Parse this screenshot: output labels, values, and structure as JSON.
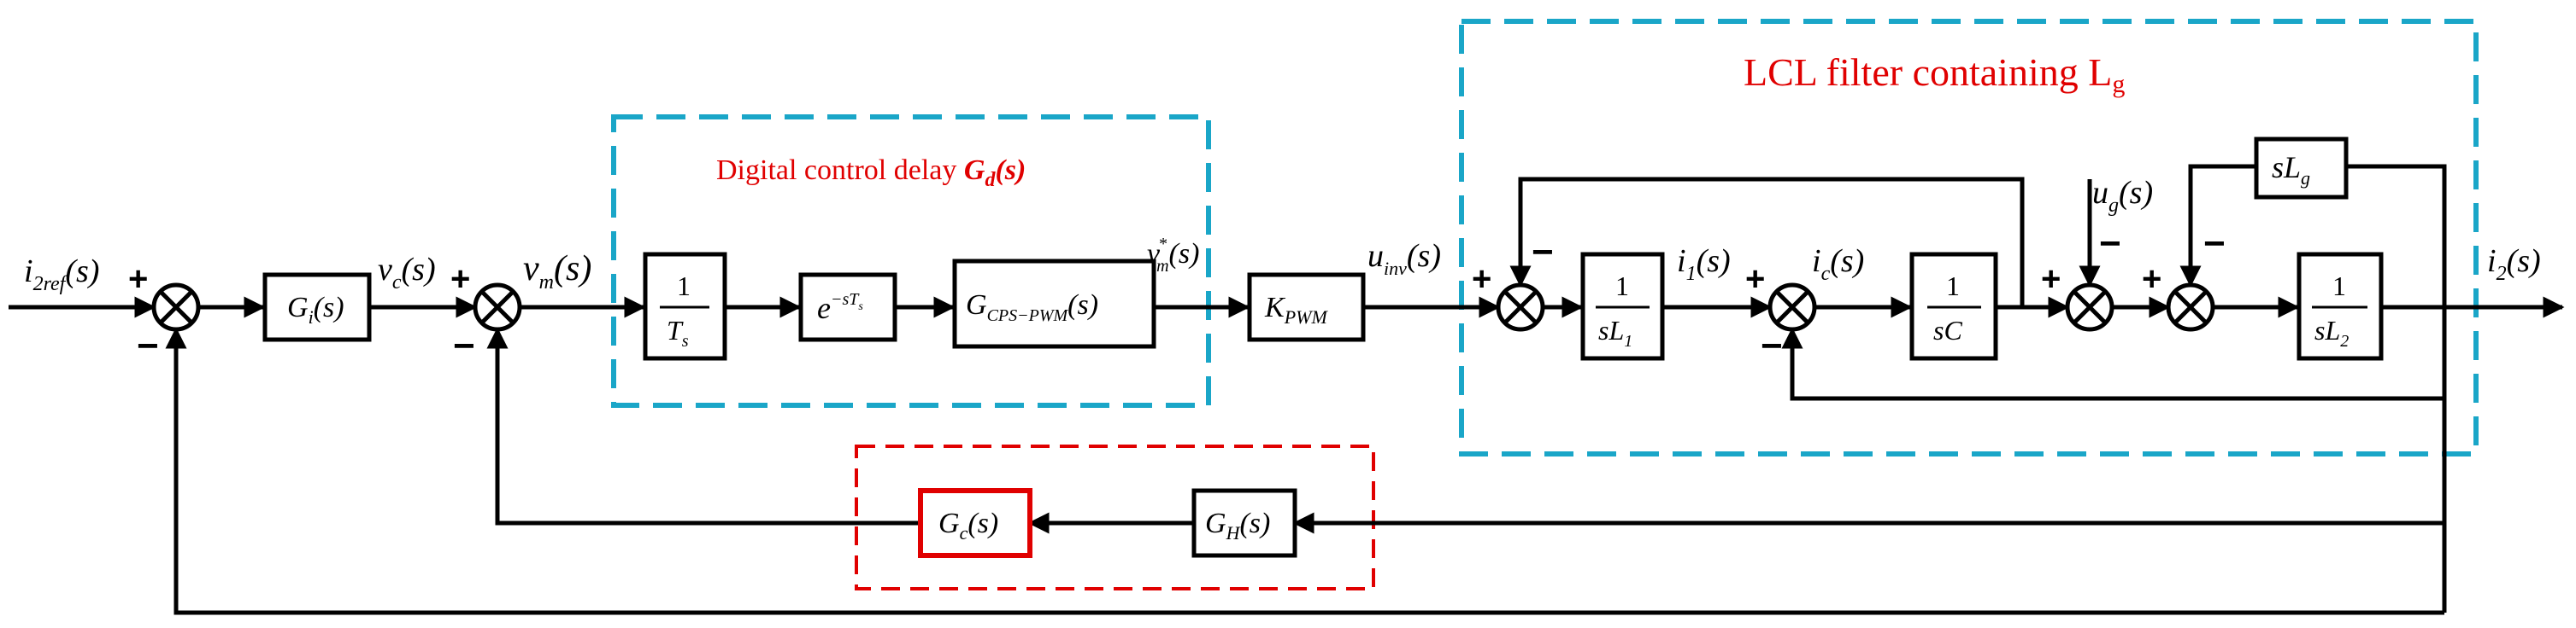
{
  "colors": {
    "line": "#000000",
    "region_cyan": "#1aa6c8",
    "region_red": "#e00000",
    "accent_text": "#e00000"
  },
  "regions": {
    "digital_delay_title": "Digital control delay ",
    "digital_delay_symbol": "G",
    "digital_delay_sub": "d",
    "digital_delay_arg": "(s)",
    "lcl_title": "LCL filter containing L",
    "lcl_sub": "g"
  },
  "signals": {
    "input": {
      "base": "i",
      "sub": "2ref",
      "arg": "(s)"
    },
    "vc": {
      "base": "v",
      "sub": "c",
      "arg": "(s)"
    },
    "vm": {
      "base": "v",
      "sub": "m",
      "arg": "(s)"
    },
    "vm_star": {
      "base": "v",
      "sub": "m",
      "sup": "*",
      "arg": "(s)"
    },
    "uinv": {
      "base": "u",
      "sub": "inv",
      "arg": "(s)"
    },
    "i1": {
      "base": "i",
      "sub": "1",
      "arg": "(s)"
    },
    "ic": {
      "base": "i",
      "sub": "c",
      "arg": "(s)"
    },
    "ug": {
      "base": "u",
      "sub": "g",
      "arg": "(s)"
    },
    "output": {
      "base": "i",
      "sub": "2",
      "arg": "(s)"
    }
  },
  "blocks": {
    "gi": {
      "base": "G",
      "sub": "i",
      "arg": "(s)"
    },
    "ts": {
      "num": "1",
      "den_base": "T",
      "den_sub": "s"
    },
    "exp": {
      "base": "e",
      "sup": "−sT",
      "sup_sub": "s"
    },
    "gcps": {
      "base": "G",
      "sub": "CPS−PWM",
      "arg": "(s)"
    },
    "kpwm": {
      "base": "K",
      "sub": "PWM"
    },
    "sl1": {
      "num": "1",
      "den_base": "sL",
      "den_sub": "1"
    },
    "sc": {
      "num": "1",
      "den_base": "sC",
      "den_sub": ""
    },
    "slg": {
      "base": "sL",
      "sub": "g"
    },
    "sl2": {
      "num": "1",
      "den_base": "sL",
      "den_sub": "2"
    },
    "gc": {
      "base": "G",
      "sub": "c",
      "arg": "(s)"
    },
    "gh": {
      "base": "G",
      "sub": "H",
      "arg": "(s)"
    }
  },
  "signs": {
    "plus": "+",
    "minus": "−"
  }
}
